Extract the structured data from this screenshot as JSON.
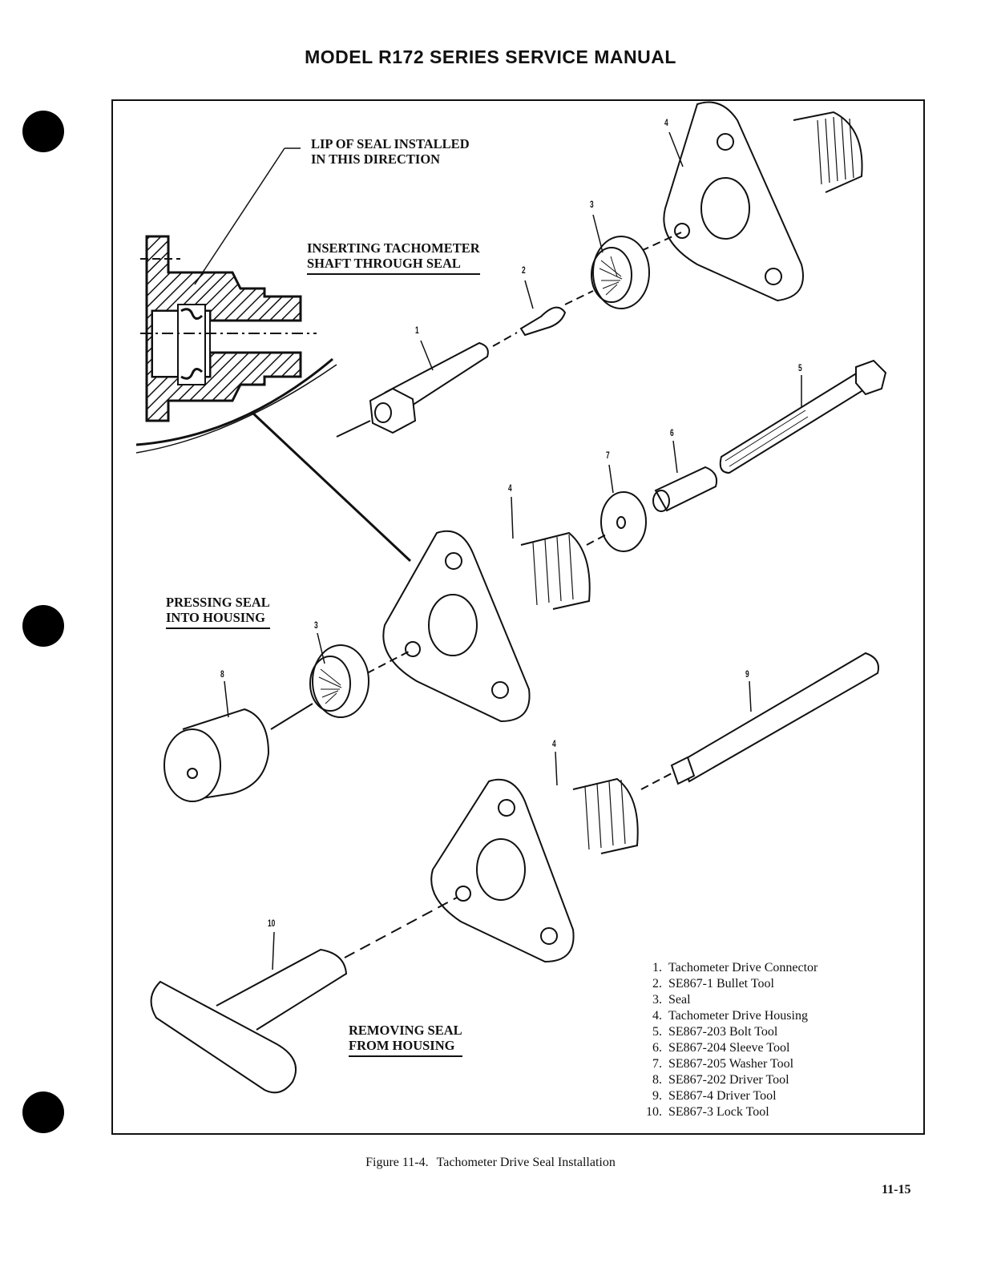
{
  "header": {
    "title": "MODEL R172 SERIES SERVICE MANUAL"
  },
  "labels": {
    "lip_line1": "LIP OF SEAL INSTALLED",
    "lip_line2": "IN THIS DIRECTION",
    "inserting_line1": "INSERTING TACHOMETER",
    "inserting_line2": "SHAFT THROUGH SEAL",
    "pressing_line1": "PRESSING SEAL",
    "pressing_line2": "INTO HOUSING",
    "removing_line1": "REMOVING SEAL",
    "removing_line2": "FROM HOUSING"
  },
  "callouts": [
    "1",
    "2",
    "3",
    "4",
    "5",
    "6",
    "7",
    "8",
    "9",
    "10"
  ],
  "legend": [
    {
      "n": "1.",
      "text": "Tachometer Drive Connector"
    },
    {
      "n": "2.",
      "text": "SE867-1 Bullet Tool"
    },
    {
      "n": "3.",
      "text": "Seal"
    },
    {
      "n": "4.",
      "text": "Tachometer Drive Housing"
    },
    {
      "n": "5.",
      "text": "SE867-203 Bolt Tool"
    },
    {
      "n": "6.",
      "text": "SE867-204 Sleeve Tool"
    },
    {
      "n": "7.",
      "text": "SE867-205 Washer Tool"
    },
    {
      "n": "8.",
      "text": "SE867-202 Driver Tool"
    },
    {
      "n": "9.",
      "text": "SE867-4 Driver Tool"
    },
    {
      "n": "10.",
      "text": "SE867-3 Lock Tool"
    }
  ],
  "caption": {
    "figure": "Figure 11-4.",
    "title": "Tachometer Drive Seal Installation"
  },
  "page_number": "11-15"
}
